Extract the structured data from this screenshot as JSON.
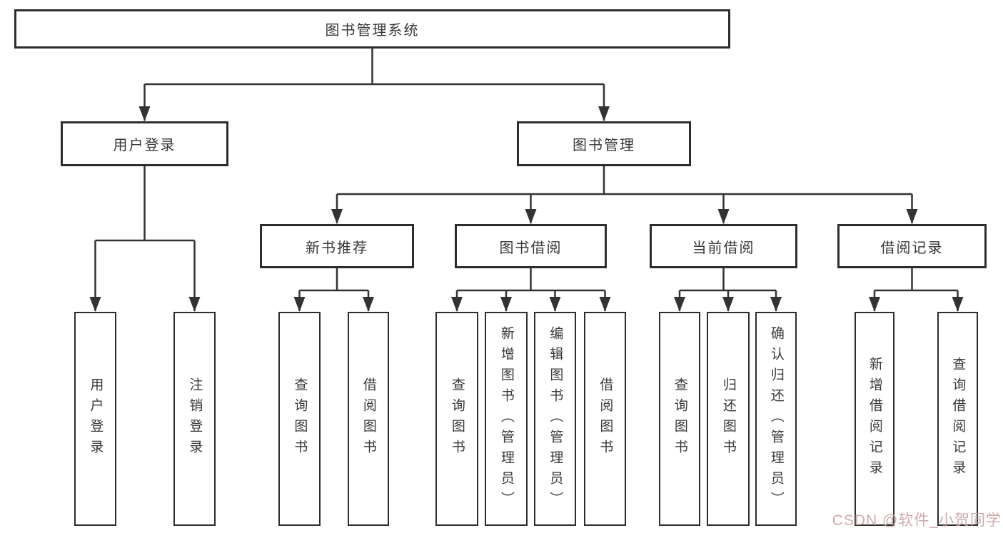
{
  "diagram": {
    "root": {
      "label": "图书管理系统"
    },
    "branches": [
      {
        "label": "用户登录",
        "children": [
          {
            "label": "用户登录"
          },
          {
            "label": "注销登录"
          }
        ]
      },
      {
        "label": "图书管理",
        "children": [
          {
            "label": "新书推荐",
            "children": [
              {
                "label": "查询图书"
              },
              {
                "label": "借阅图书"
              }
            ]
          },
          {
            "label": "图书借阅",
            "children": [
              {
                "label": "查询图书"
              },
              {
                "label": "新增图书（管理员）"
              },
              {
                "label": "编辑图书（管理员）"
              },
              {
                "label": "借阅图书"
              }
            ]
          },
          {
            "label": "当前借阅",
            "children": [
              {
                "label": "查询图书"
              },
              {
                "label": "归还图书"
              },
              {
                "label": "确认归还（管理员）"
              }
            ]
          },
          {
            "label": "借阅记录",
            "children": [
              {
                "label": "新增借阅记录"
              },
              {
                "label": "查询借阅记录"
              }
            ]
          }
        ]
      }
    ]
  },
  "watermark": {
    "text": "CSDN @软件_小贺同学"
  },
  "colors": {
    "line": "#333333",
    "border": "#2d2d2d",
    "text": "#383838",
    "background": "#ffffff",
    "watermark": "#c9a2a2"
  }
}
